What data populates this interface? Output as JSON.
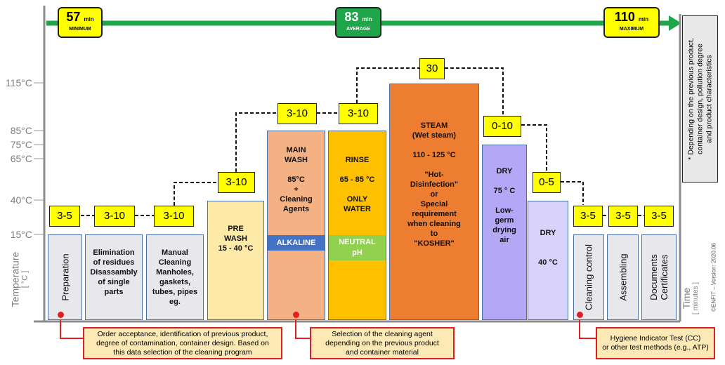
{
  "timeline": {
    "minimum": {
      "value": "57",
      "unit": "min",
      "label": "MINIMUM"
    },
    "average": {
      "value": "83",
      "unit": "min",
      "label": "AVERAGE"
    },
    "maximum": {
      "value": "110",
      "unit": "min",
      "label": "MAXIMUM"
    }
  },
  "footnote": "* Depending on the previous product,\ncontainer design, pollution degree\nand product characteristics",
  "axes": {
    "y_title": "Temperature",
    "y_unit": "[ °C ]",
    "x_title": "Time",
    "x_unit": "[ minutes ]",
    "y_ticks": [
      "115°C",
      "85°C",
      "75°C",
      "65°C",
      "40°C",
      "15°C"
    ]
  },
  "copyright": "©ENFIT – Version: 2020.06",
  "steps": {
    "preparation": "Preparation",
    "elimination": "Elimination\nof residues\nDisassambly\nof single\nparts",
    "manual": "Manual\nCleaning\nManholes,\ngaskets,\ntubes, pipes\neg.",
    "prewash": "PRE\nWASH\n15 - 40 °C",
    "mainwash": "MAIN\nWASH\n\n85°C\n+\nCleaning\nAgents",
    "alkaline": "ALKALINE",
    "rinse": "RINSE\n\n65 - 85 °C\n\nONLY\nWATER",
    "neutral": "NEUTRAL\npH",
    "steam": "STEAM\n(Wet steam)\n\n110 - 125 °C\n\n\"Hot-\nDisinfection\"\nor\nSpecial\nrequirement\nwhen cleaning\nto\n\"KOSHER\"",
    "dry1": "DRY\n\n75 ° C\n\nLow-\ngerm\ndrying\nair",
    "dry2": "DRY\n\n\n40 °C",
    "cleaning_control": "Cleaning control",
    "assembling": "Assembling",
    "documents": "Documents\nCertificates"
  },
  "durations": {
    "preparation": "3-5",
    "elimination": "3-10",
    "manual": "3-10",
    "prewash": "3-10",
    "mainwash": "3-10",
    "rinse": "3-10",
    "steam": "30",
    "dry1": "0-10",
    "dry2": "0-5",
    "cleaning_control": "3-5",
    "assembling": "3-5",
    "documents": "3-5"
  },
  "notes": {
    "order": "Order acceptance, identification of previous product,\ndegree of contamination, container design. Based on\nthis data selection of the cleaning program",
    "agent": "Selection of the cleaning agent\ndepending on the previous product\nand container material",
    "hygiene": "Hygiene Indicator Test (CC)\nor other test methods (e.g., ATP)"
  },
  "colors": {
    "timeline": "#1fa64a",
    "duration": "#ffff00",
    "grey_step": "#e8e8ec",
    "prewash": "#fde9a8",
    "mainwash": "#f4b183",
    "alkaline": "#4472c4",
    "rinse": "#ffc000",
    "neutral": "#92d050",
    "steam": "#ed7d31",
    "dry1": "#b4a7f5",
    "dry2": "#d9d2fb",
    "note_bg": "#fde9b6",
    "note_border": "#e02020"
  }
}
